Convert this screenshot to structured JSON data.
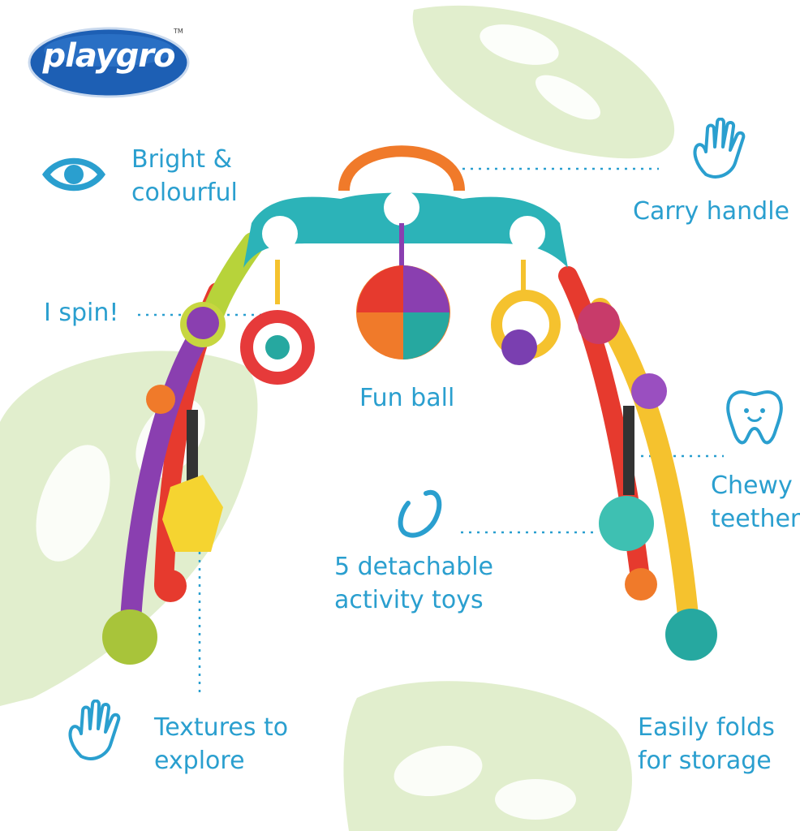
{
  "brand": {
    "logo_text": "playgro",
    "trademark": "TM",
    "colors": {
      "text": "#2a9fcf",
      "logo_blue": "#1d5fb4",
      "leaf": "#d5e8b8"
    }
  },
  "features": {
    "bright": {
      "line1": "Bright &",
      "line2": "colourful",
      "icon": "eye-icon"
    },
    "carry": {
      "line1": "Carry handle",
      "icon": "hand-icon"
    },
    "spin": {
      "line1": "I spin!"
    },
    "ball": {
      "line1": "Fun ball"
    },
    "teether": {
      "line1": "Chewy",
      "line2": "teether",
      "icon": "tooth-icon"
    },
    "detachable": {
      "line1": "5 detachable",
      "line2": "activity toys",
      "icon": "link-ring-icon"
    },
    "textures": {
      "line1": "Textures to",
      "line2": "explore",
      "icon": "hand-icon"
    },
    "folds": {
      "line1": "Easily folds",
      "line2": "for storage"
    }
  }
}
